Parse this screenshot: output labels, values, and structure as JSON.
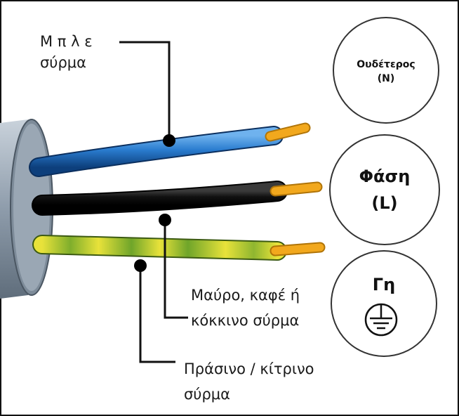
{
  "labels": {
    "blue_wire": {
      "line1": "Μ π λ ε",
      "line2": "σύρμα"
    },
    "black_wire": {
      "line1": "Μαύρο,  καφέ  ή",
      "line2": "κόκκινο σύρμα"
    },
    "ground_wire": {
      "line1": "Πράσινο / κίτρινο",
      "line2": "σύρμα"
    }
  },
  "circles": {
    "neutral": {
      "title": "Ουδέτερος",
      "code": "(N)"
    },
    "phase": {
      "title": "Φάση",
      "code": "(L)"
    },
    "earth": {
      "title": "Γη",
      "icon": "ground-symbol-icon"
    }
  },
  "colors": {
    "blue_wire": "#1f6fc4",
    "black_wire": "#111111",
    "ground_green": "#6fa52a",
    "ground_yellow": "#e8e23a",
    "copper": "#f2a81d",
    "cable_sheath": "#8c9aa8"
  }
}
